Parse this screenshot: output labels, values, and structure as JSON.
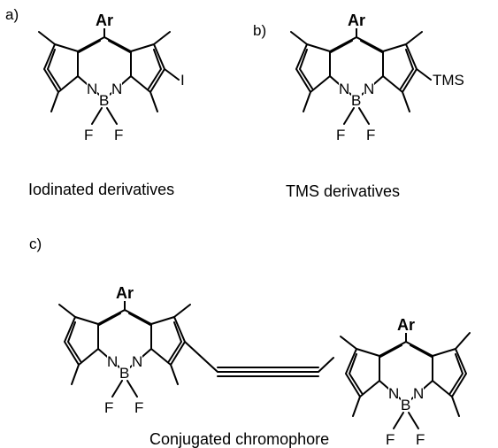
{
  "panels": {
    "a": {
      "label": "a)",
      "caption": "Iodinated derivatives",
      "substituent": "I"
    },
    "b": {
      "label": "b)",
      "caption": "TMS derivatives",
      "substituent": "TMS"
    },
    "c": {
      "label": "c)",
      "caption": "Conjugated chromophore"
    }
  },
  "atoms": {
    "aryl": "Ar",
    "nitrogen": "N",
    "boron": "B",
    "fluorine": "F"
  }
}
